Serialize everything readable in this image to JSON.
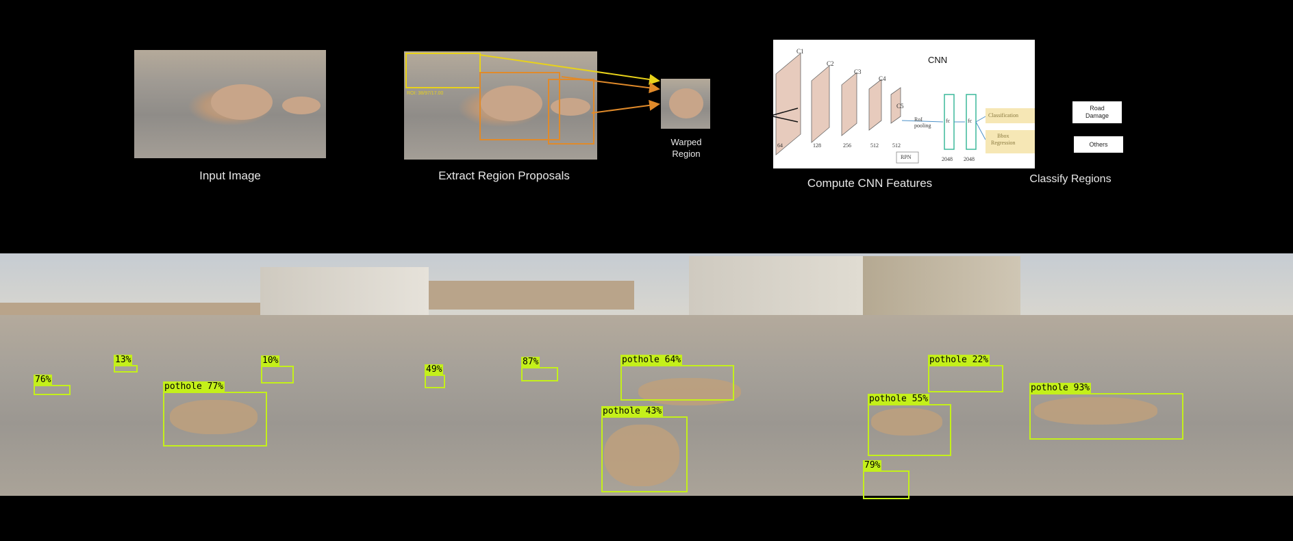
{
  "pipeline": {
    "steps": {
      "input": "Input Image",
      "extract": "Extract Region Proposals",
      "warped": "Warped\nRegion",
      "cnn": "Compute CNN Features",
      "classify": "Classify Regions"
    },
    "cnn_panel": {
      "title": "CNN",
      "layers": [
        "C1",
        "C2",
        "C3",
        "C4",
        "C5",
        "fc",
        "fc"
      ],
      "bottom_numbers": [
        "64",
        "128",
        "256",
        "512",
        "512",
        "2048",
        "2048"
      ],
      "roi_label": "RoI\npooling",
      "roi_box": "RPN",
      "heads": [
        "Classification",
        "Bbox\nRegression"
      ]
    },
    "classes": [
      "Road\nDamage",
      "Others"
    ],
    "proposal_tag": "ROI: 38/97/17.00",
    "colors": {
      "proposal_yellow": "#e8d21a",
      "proposal_orange": "#e08a2a"
    }
  },
  "scenes": [
    {
      "detections": [
        {
          "label": "76%"
        },
        {
          "label": "13%"
        },
        {
          "label": "10%"
        },
        {
          "label": "pothole 77%"
        }
      ]
    },
    {
      "detections": [
        {
          "label": "49%"
        },
        {
          "label": "87%"
        },
        {
          "label": "pothole 64%"
        },
        {
          "label": "pothole 43%"
        }
      ]
    },
    {
      "detections": [
        {
          "label": "pothole 22%"
        },
        {
          "label": "pothole 55%"
        },
        {
          "label": "pothole 93%"
        },
        {
          "label": "79%"
        }
      ]
    }
  ],
  "colors": {
    "detection_box": "#c4f01a",
    "background": "#000000"
  }
}
